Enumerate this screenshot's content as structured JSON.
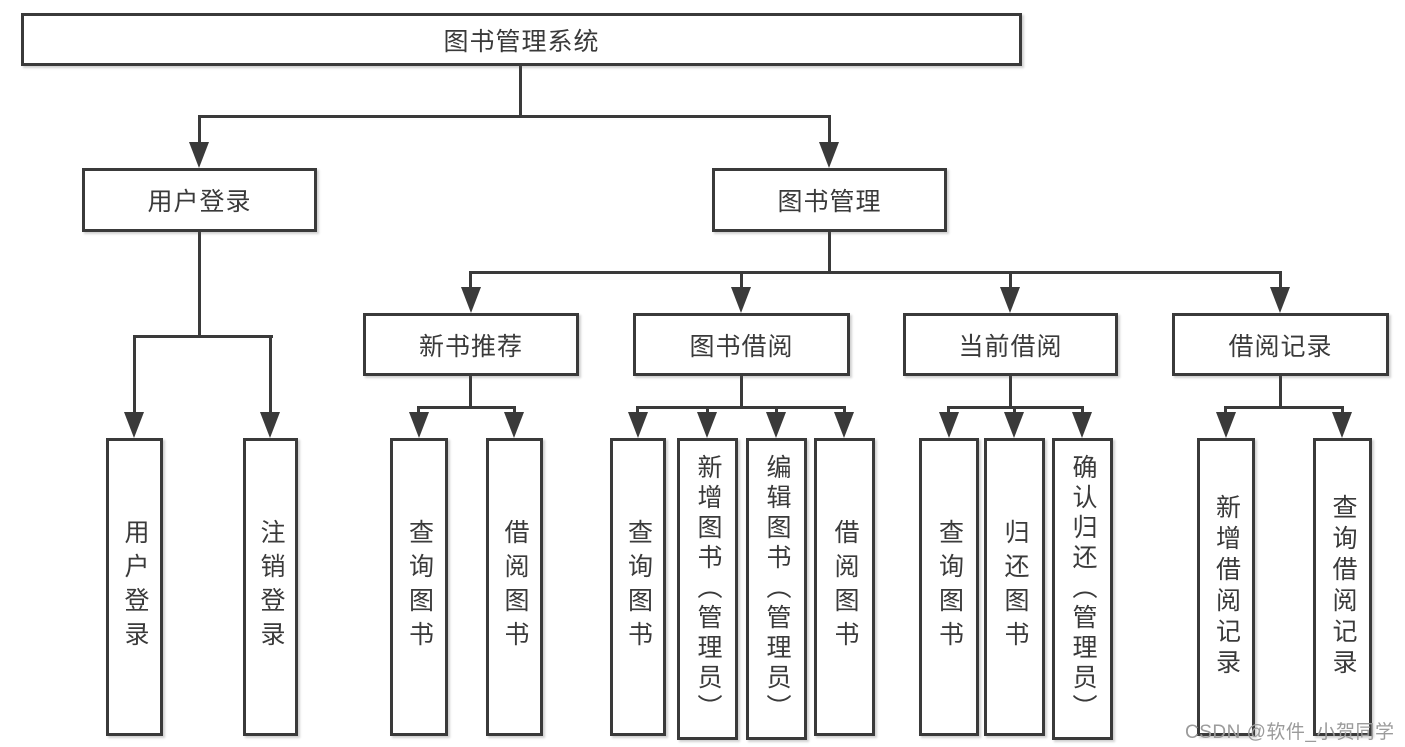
{
  "diagram_type": "tree",
  "colors": {
    "line": "#3a3a3a",
    "box_border": "#3a3a3a",
    "box_fill": "#ffffff",
    "text": "#3a3a3a",
    "background": "#ffffff",
    "watermark": "#9b9b9b"
  },
  "tree": {
    "root": {
      "label": "图书管理系统"
    },
    "branches": [
      {
        "label": "用户登录",
        "children": [
          {
            "label": "用户登录"
          },
          {
            "label": "注销登录"
          }
        ]
      },
      {
        "label": "图书管理",
        "children": [
          {
            "label": "新书推荐",
            "children": [
              {
                "label": "查询图书"
              },
              {
                "label": "借阅图书"
              }
            ]
          },
          {
            "label": "图书借阅",
            "children": [
              {
                "label": "查询图书"
              },
              {
                "label": "新增图书（管理员）"
              },
              {
                "label": "编辑图书（管理员）"
              },
              {
                "label": "借阅图书"
              }
            ]
          },
          {
            "label": "当前借阅",
            "children": [
              {
                "label": "查询图书"
              },
              {
                "label": "归还图书"
              },
              {
                "label": "确认归还（管理员）"
              }
            ]
          },
          {
            "label": "借阅记录",
            "children": [
              {
                "label": "新增借阅记录"
              },
              {
                "label": "查询借阅记录"
              }
            ]
          }
        ]
      }
    ]
  },
  "watermark": {
    "text": "CSDN @软件_小贺同学"
  }
}
